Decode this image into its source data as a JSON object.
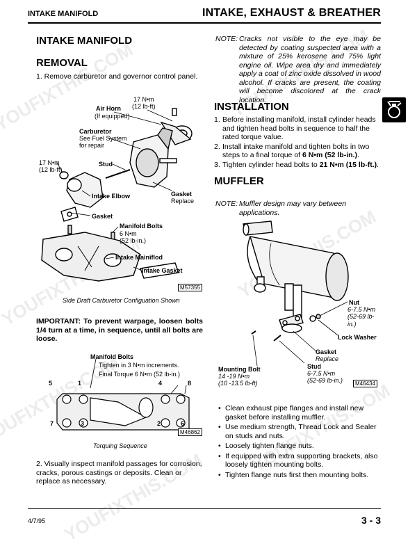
{
  "header": {
    "left": "INTAKE MANIFOLD",
    "right": "INTAKE, EXHAUST & BREATHER"
  },
  "left": {
    "title": "INTAKE MANIFOLD",
    "removal_heading": "REMOVAL",
    "removal_step1": "1. Remove carburetor and governor control panel.",
    "fig1": {
      "air_horn": "Air Horn",
      "air_horn_sub": "(If equipped)",
      "torque_top": "17 N•m",
      "torque_top_sub": "(12 lb-ft)",
      "carburetor": "Carburetor",
      "carburetor_sub1": "See Fuel System",
      "carburetor_sub2": "for repair",
      "torque_left": "17 N•m",
      "torque_left_sub": "(12 lb-ft)",
      "stud": "Stud",
      "intake_elbow": "Intake Elbow",
      "gasket_r": "Gasket",
      "gasket_r_sub": "Replace",
      "gasket": "Gasket",
      "manifold_bolts": "Manifold Bolts",
      "manifold_bolts_sub1": "6 N•m",
      "manifold_bolts_sub2": "(52 lb-in.)",
      "intake_manifold": "Intake Mainiflod",
      "intake_gasket": "Intake Gasket",
      "fig_id": "M57355",
      "caption": "Side Draft Carburetor Configuation Shown"
    },
    "important_label": "IMPORTANT:",
    "important_text": "To prevent warpage, loosen bolts 1/4 turn at a time, in sequence, until all bolts are loose.",
    "fig2": {
      "title": "Manifold Bolts",
      "line1": "Tighten in 3 N•m increments.",
      "line2": "Final Torque 6 N•m (52 lb-in.)",
      "n5": "5",
      "n1": "1",
      "n4": "4",
      "n8": "8",
      "n7": "7",
      "n3": "3",
      "n2": "2",
      "n6": "6",
      "fig_id": "M46862",
      "caption": "Torquing Sequence"
    },
    "step2": "2. Visually inspect manifold passages for corrosion, cracks, porous castings or deposits. Clean or replace as necessary."
  },
  "right": {
    "note_label": "NOTE:",
    "note_text": "Cracks not visible to the eye may be detected by coating suspected area with a mixture of 25% kerosene and 75% light engine oil. Wipe area dry and immediately apply a coat of zinc oxide dissolved in wood alcohol. If cracks are present, the coating will become discolored at the crack location.",
    "installation_heading": "INSTALLATION",
    "install_steps": [
      {
        "num": "1.",
        "text": "Before installing manifold, install cylinder heads and tighten head bolts in sequence to half the rated torque value."
      },
      {
        "num": "2.",
        "pre": "Install intake manifold and tighten bolts in two steps to a final torque of ",
        "bold": "6 N•m (52 lb-in.)",
        "post": "."
      },
      {
        "num": "3.",
        "pre": "Tighten cylinder head bolts to ",
        "bold": "21 N•m (15 lb-ft.)",
        "post": "."
      }
    ],
    "muffler_heading": "MUFFLER",
    "muffler_note_label": "NOTE:",
    "muffler_note_text": "Muffler design may vary between applications.",
    "fig3": {
      "nut": "Nut",
      "nut_sub1": "6-7.5 N•m",
      "nut_sub2": "(52-69 lb-in.)",
      "lock_washer": "Lock Washer",
      "gasket": "Gasket",
      "gasket_sub": "Replace",
      "mounting_bolt": "Mounting Bolt",
      "mounting_bolt_sub1": "14 -19 N•m",
      "mounting_bolt_sub2": "(10 -13.5 lb-ft)",
      "stud": "Stud",
      "stud_sub1": "6-7.5 N•m",
      "stud_sub2": "(52-69 lb-in.)",
      "fig_id": "M46434"
    },
    "muffler_bullets": [
      "Clean exhaust pipe flanges and install new gasket before installing muffler.",
      "Use medium strength, Thread Lock and Sealer on studs and nuts.",
      "Loosely tighten flange nuts.",
      "If equipped with extra supporting brackets, also loosely tighten mounting bolts.",
      "Tighten flange nuts first then mounting bolts."
    ]
  },
  "footer": {
    "date": "4/7/95",
    "page": "3 - 3"
  },
  "watermark_text": "YOUFIXTHIS.COM",
  "side_icon": "oil-can-icon"
}
